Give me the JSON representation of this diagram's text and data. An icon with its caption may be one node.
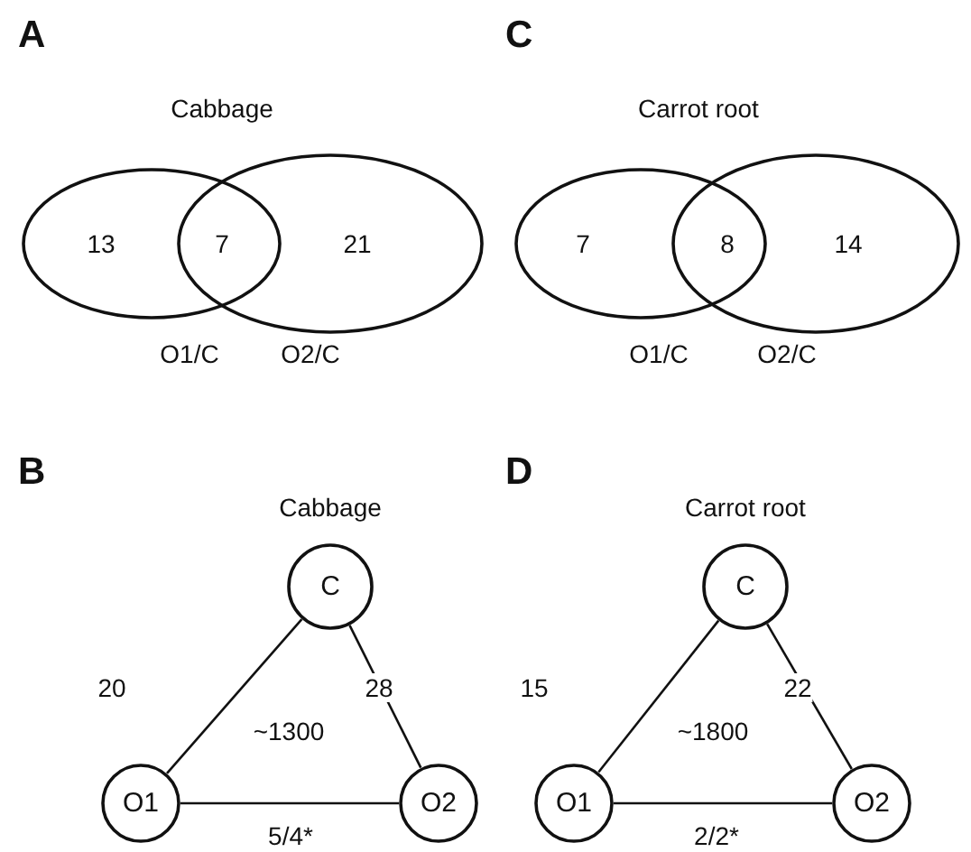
{
  "diagram": {
    "nodes": [
      {
        "text": [
          "O1/C"
        ]
      },
      {
        "text": [
          "O2/C"
        ]
      },
      {
        "text": [
          "O1/C"
        ]
      },
      {
        "text": [
          "O2/C"
        ]
      },
      {
        "text": [
          "C"
        ]
      },
      {
        "text": [
          "O1"
        ]
      },
      {
        "text": [
          "O2"
        ]
      },
      {
        "text": [
          "C"
        ]
      },
      {
        "text": [
          "O1"
        ]
      },
      {
        "text": [
          "O2"
        ]
      }
    ],
    "edges": [
      {
        "from": 5,
        "to": 4,
        "arrow": "none",
        "label": "20"
      },
      {
        "from": 4,
        "to": 6,
        "arrow": "none",
        "label": "28"
      },
      {
        "from": 5,
        "to": 6,
        "arrow": "none",
        "label": "5/4*"
      },
      {
        "from": 8,
        "to": 7,
        "arrow": "none",
        "label": "15"
      },
      {
        "from": 7,
        "to": 9,
        "arrow": "none",
        "label": "22"
      },
      {
        "from": 8,
        "to": 9,
        "arrow": "none",
        "label": "2/2*"
      }
    ],
    "labels": [
      "A",
      "C",
      "Cabbage",
      "Carrot root",
      "13",
      "7",
      "21",
      "7",
      "8",
      "14",
      "B",
      "D",
      "Cabbage",
      "Carrot root",
      "~1300",
      "~1800"
    ]
  }
}
